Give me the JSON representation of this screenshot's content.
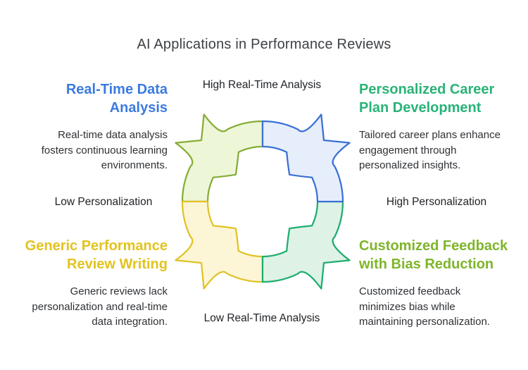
{
  "title": "AI Applications in Performance Reviews",
  "quadrants": [
    {
      "position": "top-left",
      "heading_lines": [
        "Real-Time Data",
        "Analysis"
      ],
      "heading_color": "#3b7ae0",
      "body_lines": [
        "Real-time data analysis",
        "fosters continuous learning",
        "environments."
      ]
    },
    {
      "position": "top-right",
      "heading_lines": [
        "Personalized Career",
        "Plan Development"
      ],
      "heading_color": "#29b377",
      "body_lines": [
        "Tailored career plans enhance",
        "engagement through",
        "personalized insights."
      ]
    },
    {
      "position": "bottom-left",
      "heading_lines": [
        "Generic Performance",
        "Review Writing"
      ],
      "heading_color": "#e2c31f",
      "body_lines": [
        "Generic reviews lack",
        "personalization and real-time",
        "data integration."
      ]
    },
    {
      "position": "bottom-right",
      "heading_lines": [
        "Customized Feedback",
        "with Bias Reduction"
      ],
      "heading_color": "#7fb52a",
      "body_lines": [
        "Customized feedback",
        "minimizes bias while",
        "maintaining personalization."
      ]
    }
  ],
  "axis_labels": {
    "top": "High Real-Time Analysis",
    "bottom": "Low Real-Time Analysis",
    "left": "Low Personalization",
    "right": "High Personalization"
  },
  "diagram": {
    "type": "four-quadrant-cycle",
    "segments": [
      {
        "name": "top-left",
        "fill": "#eef6d8",
        "stroke": "#85ad36"
      },
      {
        "name": "bottom-left",
        "fill": "#fdf6d6",
        "stroke": "#e0c226"
      },
      {
        "name": "bottom-right",
        "fill": "#def2e6",
        "stroke": "#1fad6e"
      },
      {
        "name": "top-right",
        "fill": "#e6eefb",
        "stroke": "#3b70d6"
      }
    ]
  },
  "colors": {
    "background": "#ffffff",
    "title_text": "#3d4045",
    "body_text": "#2e3135",
    "axis_text": "#202327"
  }
}
